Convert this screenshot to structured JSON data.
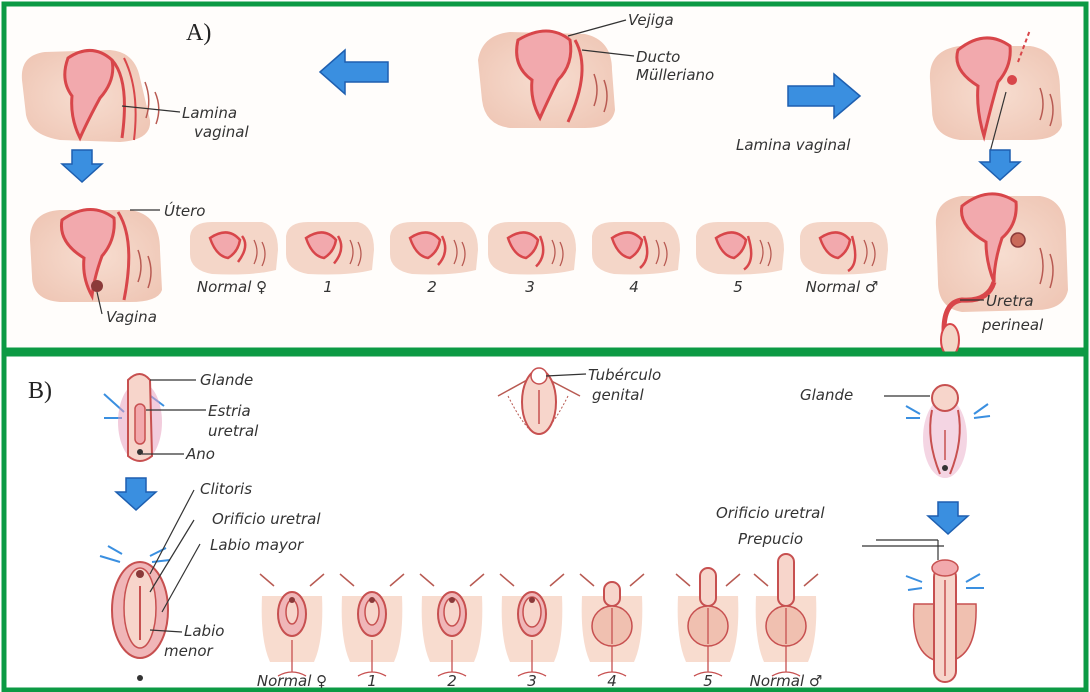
{
  "colors": {
    "frame": "#0c9a44",
    "arrow": "#3a8fe0",
    "arrow_dark": "#1e5fb0",
    "ink": "#333333",
    "tissue": "#f4d6c8",
    "red": "#d8464a",
    "pink": "#f2a9ad"
  },
  "panel_a": {
    "letter": "A)",
    "labels": {
      "vejiga": "Vejiga",
      "ducto": "Ducto",
      "mulleriano": "Mülleriano",
      "lamina_left_1": "Lamina",
      "lamina_left_2": "vaginal",
      "lamina_right": "Lamina vaginal",
      "utero": "Útero",
      "vagina": "Vagina",
      "uretra": "Uretra",
      "perineal": "perineal"
    },
    "stages": [
      "Normal ♀",
      "1",
      "2",
      "3",
      "4",
      "5",
      "Normal ♂"
    ]
  },
  "panel_b": {
    "letter": "B)",
    "labels": {
      "glande_left": "Glande",
      "estria_1": "Estria",
      "estria_2": "uretral",
      "ano": "Ano",
      "tuberculo_1": "Tubérculo",
      "tuberculo_2": "genital",
      "glande_right": "Glande",
      "clitoris": "Clitoris",
      "orificio_left": "Orificio uretral",
      "labio_mayor": "Labio mayor",
      "labio_menor_1": "Labio",
      "labio_menor_2": "menor",
      "orificio_right": "Orificio uretral",
      "prepucio": "Prepucio"
    },
    "stages": [
      "Normal ♀",
      "1",
      "2",
      "3",
      "4",
      "5",
      "Normal ♂"
    ]
  }
}
